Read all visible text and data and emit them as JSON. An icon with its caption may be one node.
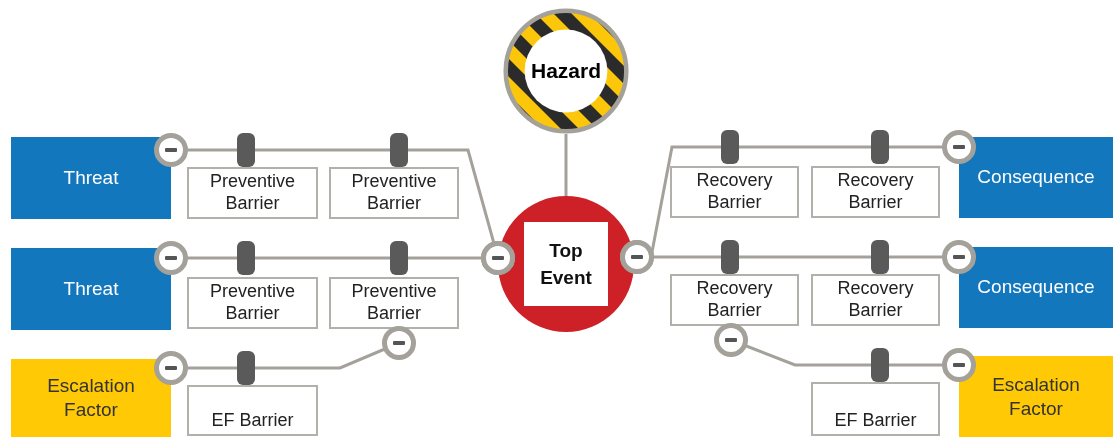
{
  "diagram": {
    "nodes": [
      {
        "text": [
          "Hazard"
        ]
      },
      {
        "text": [
          "Top Event"
        ]
      },
      {
        "text": [
          "Threat"
        ]
      },
      {
        "text": [
          "Threat"
        ]
      },
      {
        "text": [
          "Escalation Factor"
        ]
      },
      {
        "text": [
          "Preventive Barrier"
        ]
      },
      {
        "text": [
          "Preventive Barrier"
        ]
      },
      {
        "text": [
          "Preventive Barrier"
        ]
      },
      {
        "text": [
          "Preventive Barrier"
        ]
      },
      {
        "text": [
          "EF Barrier"
        ]
      },
      {
        "text": [
          "Recovery Barrier"
        ]
      },
      {
        "text": [
          "Recovery Barrier"
        ]
      },
      {
        "text": [
          "Recovery Barrier"
        ]
      },
      {
        "text": [
          "Recovery Barrier"
        ]
      },
      {
        "text": [
          "EF Barrier"
        ]
      },
      {
        "text": [
          "Consequence"
        ]
      },
      {
        "text": [
          "Consequence"
        ]
      },
      {
        "text": [
          "Escalation Factor"
        ]
      }
    ],
    "edges": [
      {
        "from": 0,
        "to": 1,
        "arrow": "none"
      },
      {
        "from": 2,
        "to": 1,
        "arrow": "other"
      },
      {
        "from": 3,
        "to": 1,
        "arrow": "other"
      },
      {
        "from": 4,
        "to": 8,
        "arrow": "other"
      },
      {
        "from": 1,
        "to": 15,
        "arrow": "other"
      },
      {
        "from": 1,
        "to": 16,
        "arrow": "other"
      },
      {
        "from": 12,
        "to": 17,
        "arrow": "other"
      }
    ]
  }
}
